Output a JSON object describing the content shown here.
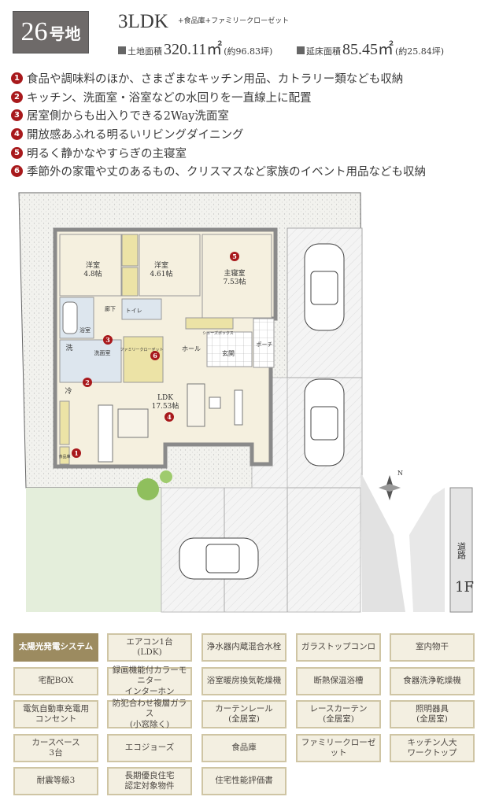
{
  "header": {
    "lot_number": "26",
    "lot_suffix": "号地",
    "plan_type": "3LDK",
    "plan_extra": "+食品庫+ファミリークローゼット",
    "land_area": {
      "label": "土地面積",
      "value": "320.11㎡",
      "tsubo": "(約96.83坪)"
    },
    "floor_area": {
      "label": "延床面積",
      "value": "85.45㎡",
      "tsubo": "(約25.84坪)"
    }
  },
  "points": [
    {
      "n": "1",
      "text": "食品や調味料のほか、さまざまなキッチン用品、カトラリー類なども収納"
    },
    {
      "n": "2",
      "text": "キッチン、洗面室・浴室などの水回りを一直線上に配置"
    },
    {
      "n": "3",
      "text": "居室側からも出入りできる2Way洗面室"
    },
    {
      "n": "4",
      "text": "開放感あふれる明るいリビングダイニング"
    },
    {
      "n": "5",
      "text": "明るく静かなやすらぎの主寝室"
    },
    {
      "n": "6",
      "text": "季節外の家電や丈のあるもの、クリスマスなど家族のイベント用品なども収納"
    }
  ],
  "plan": {
    "rooms": {
      "western1": "洋室",
      "western1_size": "4.8帖",
      "western2": "洋室",
      "western2_size": "4.61帖",
      "master": "主寝室",
      "master_size": "7.53帖",
      "ldk": "LDK",
      "ldk_size": "17.53帖",
      "bath": "浴室",
      "washroom": "洗面室",
      "toilet": "トイレ",
      "corridor": "廊下",
      "hall": "ホール",
      "entrance": "玄関",
      "porch": "ポーチ",
      "family_closet": "ファミリークローゼット",
      "shoe_box": "シューズボックス",
      "wash": "洗",
      "fridge": "冷",
      "pantry": "食品庫"
    },
    "floor_label": "1F",
    "road_label": "道路",
    "north_label": "N",
    "colors": {
      "room": "#f5f0df",
      "wet": "#dde6ee",
      "storage": "#ece3a6",
      "wall": "#8a8a8a",
      "gravel": "#eeeeea",
      "lawn": "#e6efdd",
      "parking": "#f2f2f2"
    }
  },
  "features": [
    {
      "label": "太陽光発電システム",
      "highlight": true
    },
    {
      "label": "エアコン1台\n(LDK)"
    },
    {
      "label": "浄水器内蔵混合水栓"
    },
    {
      "label": "ガラストップコンロ"
    },
    {
      "label": "室内物干"
    },
    {
      "label": "宅配BOX"
    },
    {
      "label": "録画機能付カラーモニター\nインターホン"
    },
    {
      "label": "浴室暖房換気乾燥機"
    },
    {
      "label": "断熱保温浴槽"
    },
    {
      "label": "食器洗浄乾燥機"
    },
    {
      "label": "電気自動車充電用\nコンセント"
    },
    {
      "label": "防犯合わせ複層ガラス\n(小窓除く)"
    },
    {
      "label": "カーテンレール\n(全居室)"
    },
    {
      "label": "レースカーテン\n(全居室)"
    },
    {
      "label": "照明器具\n(全居室)"
    },
    {
      "label": "カースペース\n3台"
    },
    {
      "label": "エコジョーズ"
    },
    {
      "label": "食品庫"
    },
    {
      "label": "ファミリークローゼット"
    },
    {
      "label": "キッチン人大\nワークトップ"
    },
    {
      "label": "耐震等級3"
    },
    {
      "label": "長期優良住宅\n認定対象物件"
    },
    {
      "label": "住宅性能評価書"
    }
  ]
}
